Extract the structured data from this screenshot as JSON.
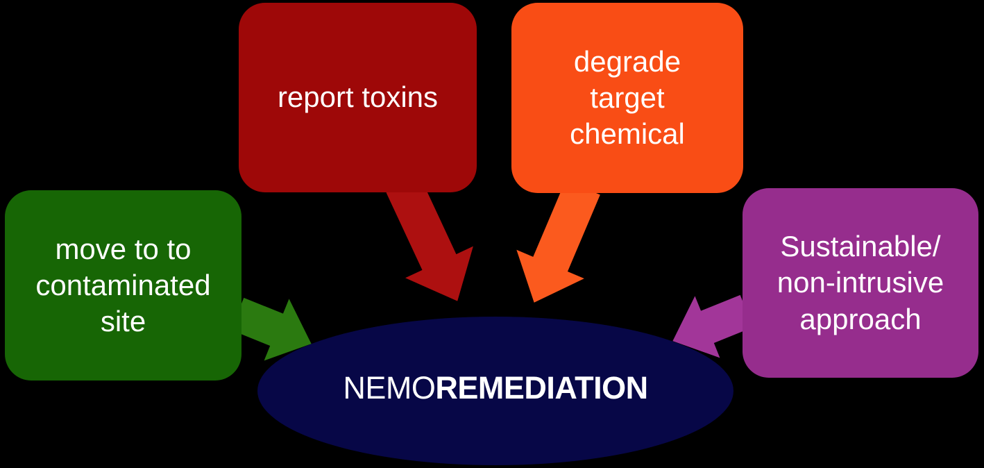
{
  "diagram_title": "NEMOREMEDIATION concept diagram",
  "colors": {
    "background": "#000000",
    "text": "#ffffff",
    "green_box": "#176605",
    "green_arrow": "#2b7a10",
    "red_box": "#9e0808",
    "red_arrow": "#ad1010",
    "orange_box": "#f94d15",
    "orange_arrow": "#fb5a1e",
    "purple_box": "#962d8d",
    "purple_arrow": "#a23699",
    "ellipse": "#070747"
  },
  "boxes": {
    "move": {
      "full_text": "move to to contaminated site",
      "lines": [
        "move to to",
        "contaminated",
        "site"
      ]
    },
    "report": {
      "full_text": "report toxins",
      "lines": [
        "report toxins"
      ]
    },
    "degrade": {
      "full_text": "degrade target chemical",
      "lines": [
        "degrade",
        "target",
        "chemical"
      ]
    },
    "sustainable": {
      "full_text": "Sustainable/ non-intrusive approach",
      "lines": [
        "Sustainable/",
        "non-intrusive",
        "approach"
      ]
    }
  },
  "center": {
    "name_regular": "NEMO",
    "name_bold": "REMEDIATION",
    "full_text": "NEMOREMEDIATION"
  }
}
